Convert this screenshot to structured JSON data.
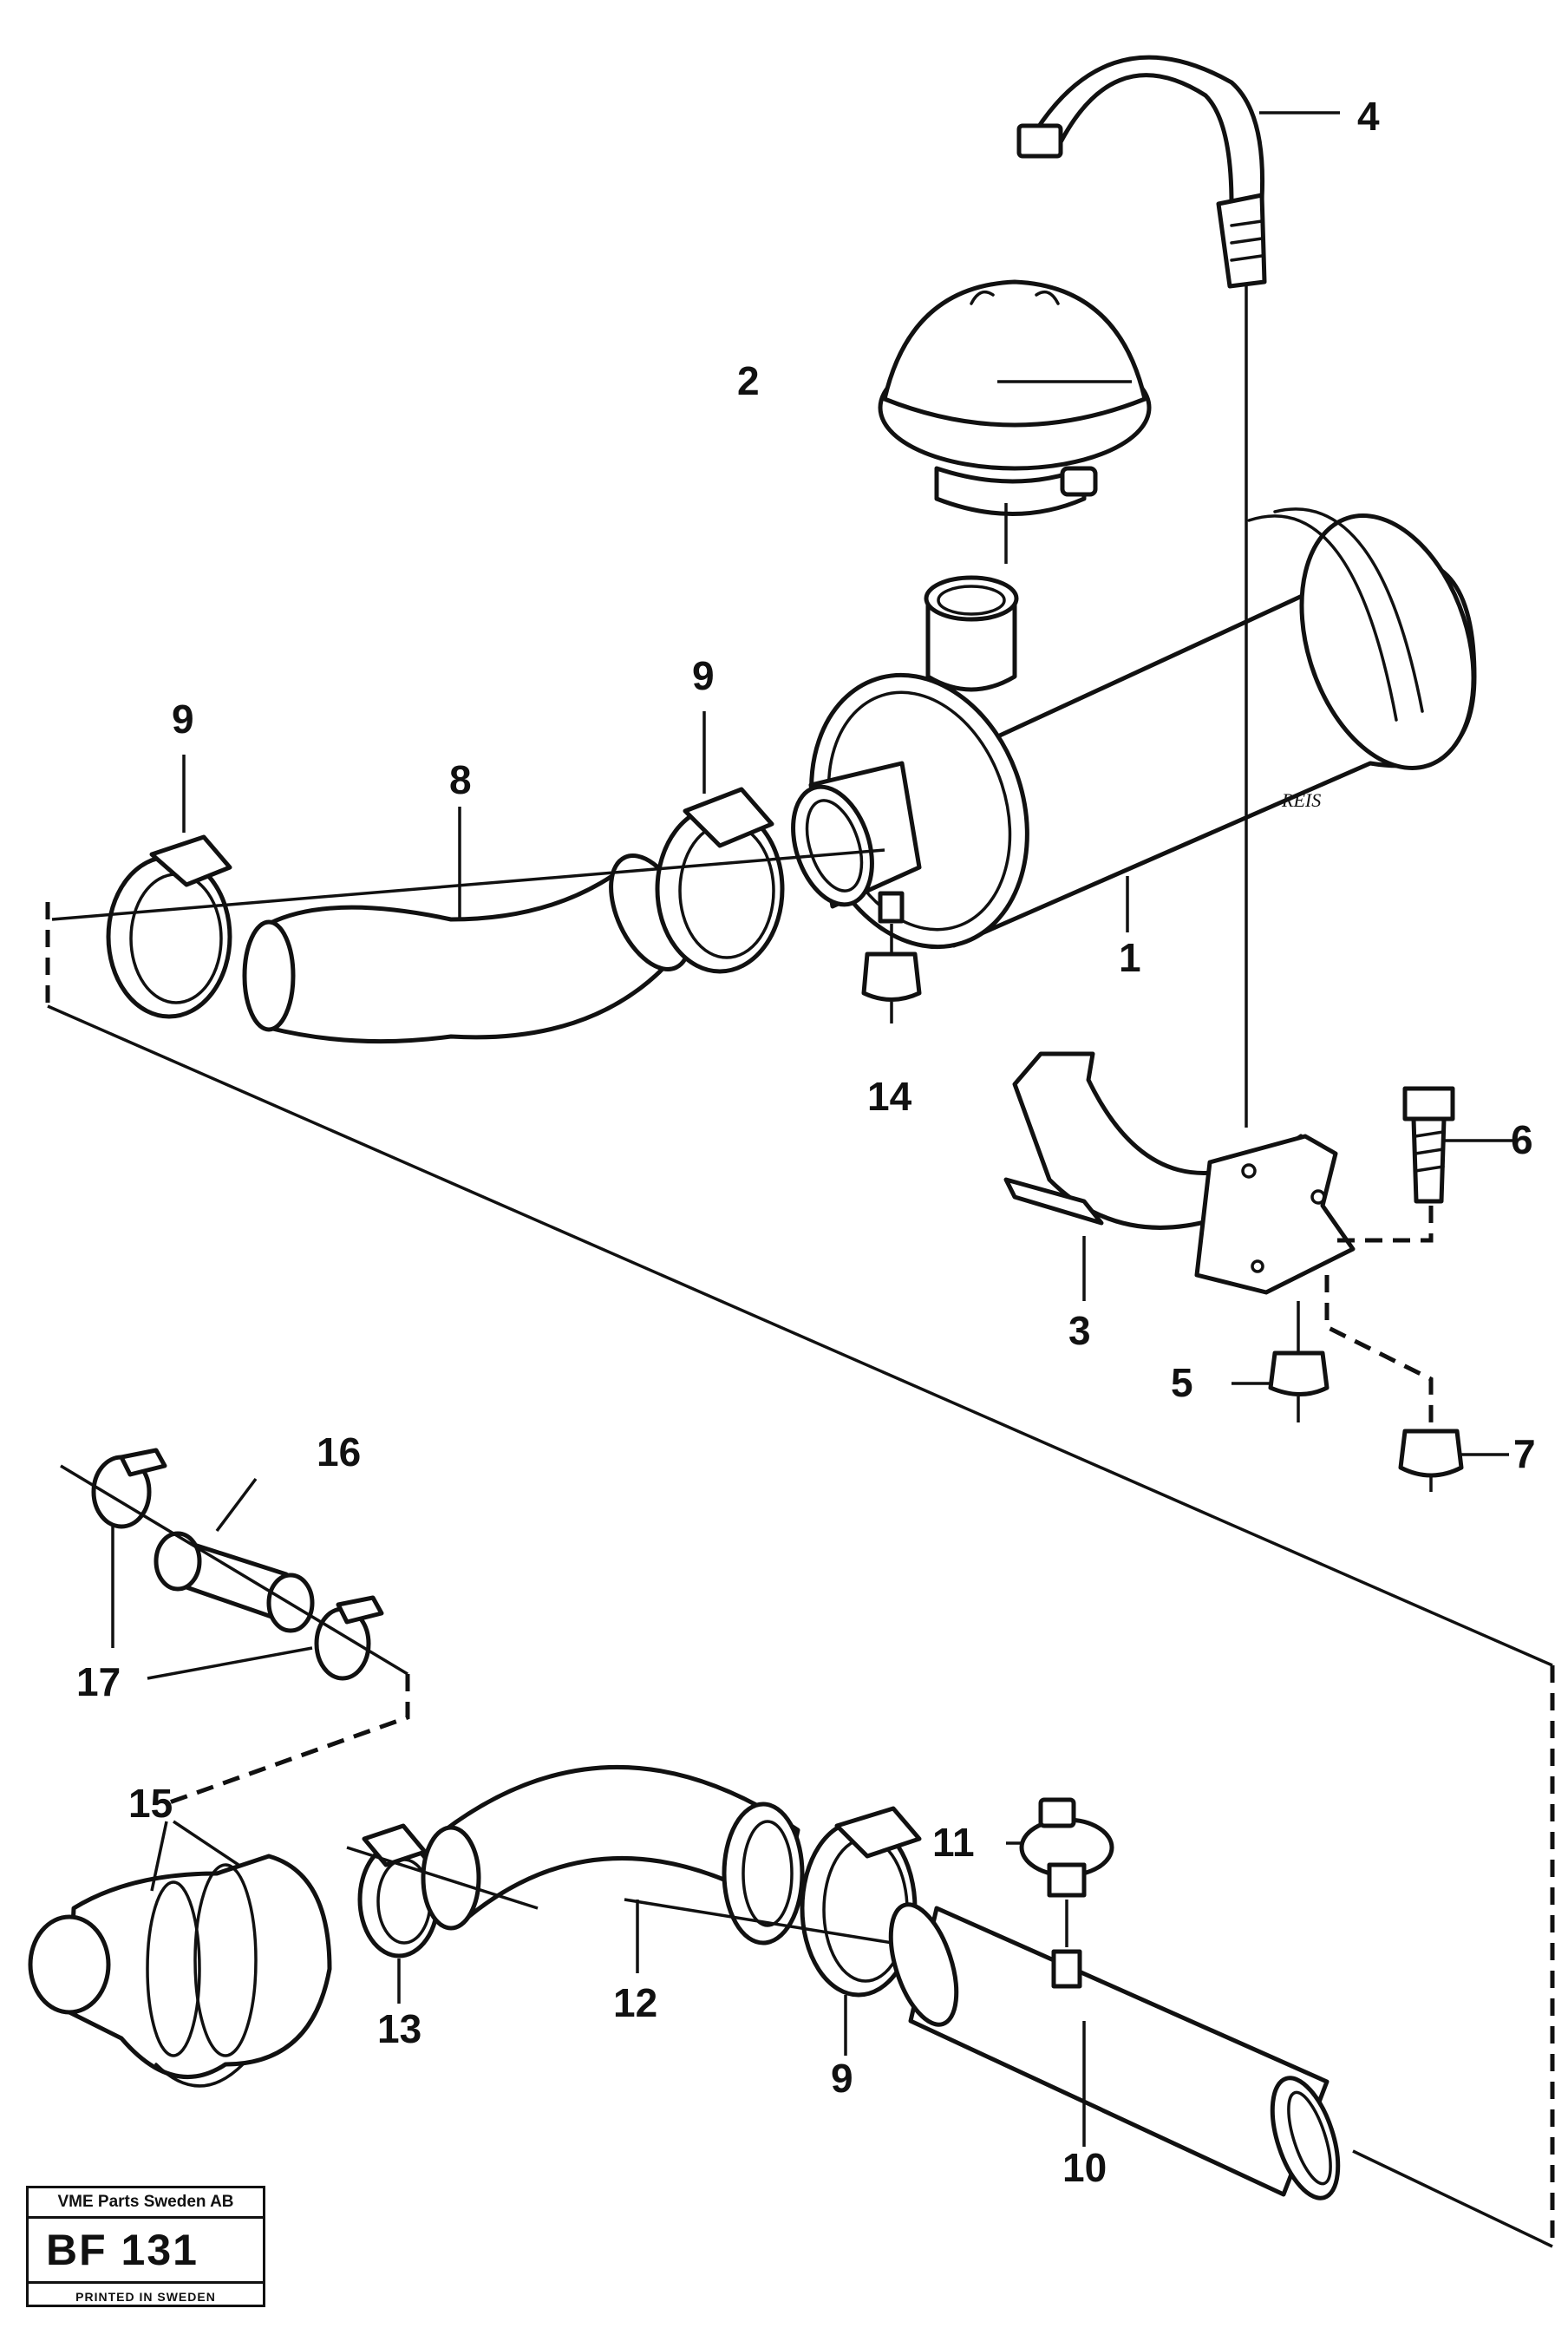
{
  "callouts": {
    "c1": "1",
    "c2": "2",
    "c3": "3",
    "c4": "4",
    "c5": "5",
    "c6": "6",
    "c7": "7",
    "c8": "8",
    "c9a": "9",
    "c9b": "9",
    "c9c": "9",
    "c10": "10",
    "c11": "11",
    "c12": "12",
    "c13": "13",
    "c14": "14",
    "c15": "15",
    "c16": "16",
    "c17": "17"
  },
  "signature": "REIS",
  "title_block": {
    "company": "VME Parts Sweden AB",
    "code": "BF 131",
    "printed": "PRINTED IN SWEDEN"
  },
  "icons": [
    "air-filter-icon",
    "hose-icon",
    "hose-clamp-icon",
    "bracket-icon",
    "nut-icon",
    "screw-icon",
    "pressure-switch-icon",
    "turbo-inlet-icon"
  ]
}
